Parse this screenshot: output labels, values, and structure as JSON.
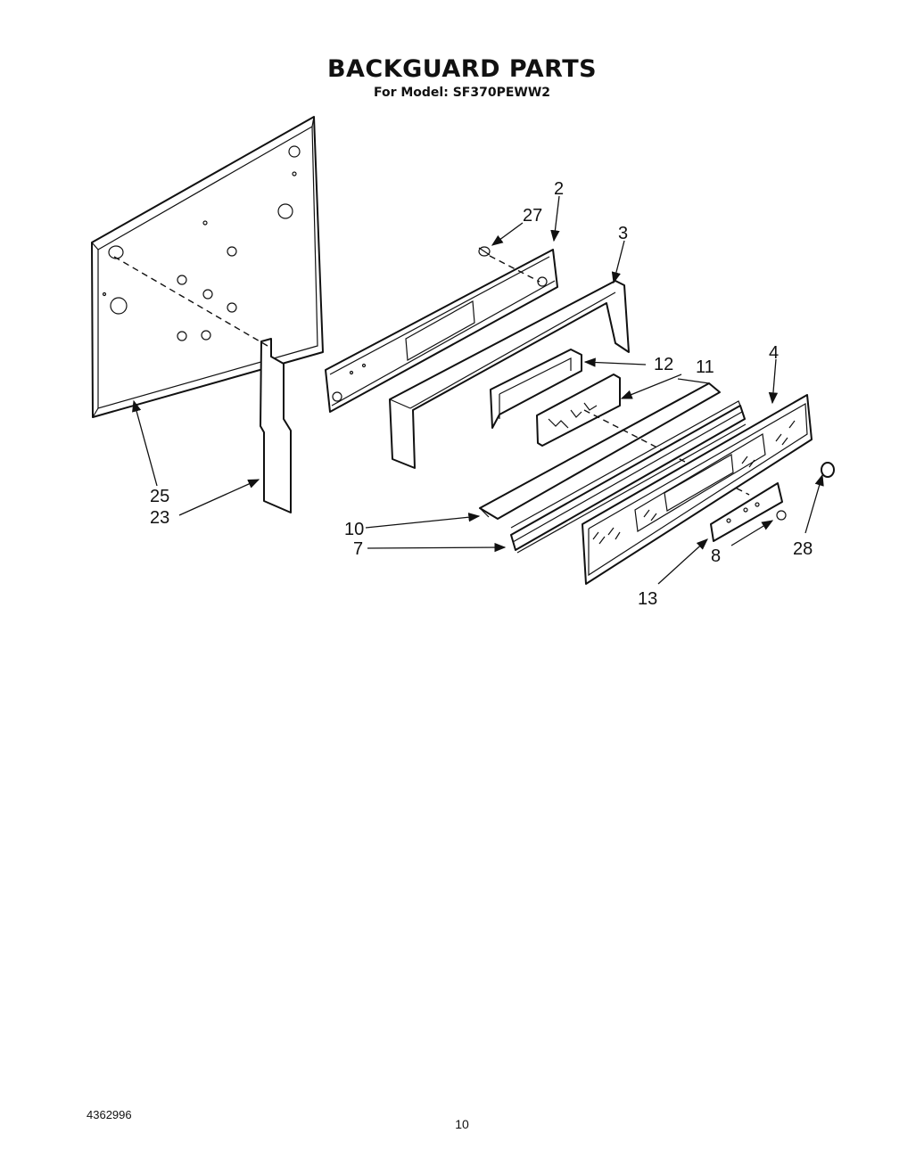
{
  "header": {
    "title": "BACKGUARD PARTS",
    "subtitle": "For Model: SF370PEWW2"
  },
  "callouts": {
    "c2": "2",
    "c27": "27",
    "c3": "3",
    "c12": "12",
    "c11": "11",
    "c4": "4",
    "c25": "25",
    "c23": "23",
    "c10": "10",
    "c7": "7",
    "c8": "8",
    "c28": "28",
    "c13": "13"
  },
  "footer": {
    "doc_number": "4362996",
    "page_number": "10"
  }
}
